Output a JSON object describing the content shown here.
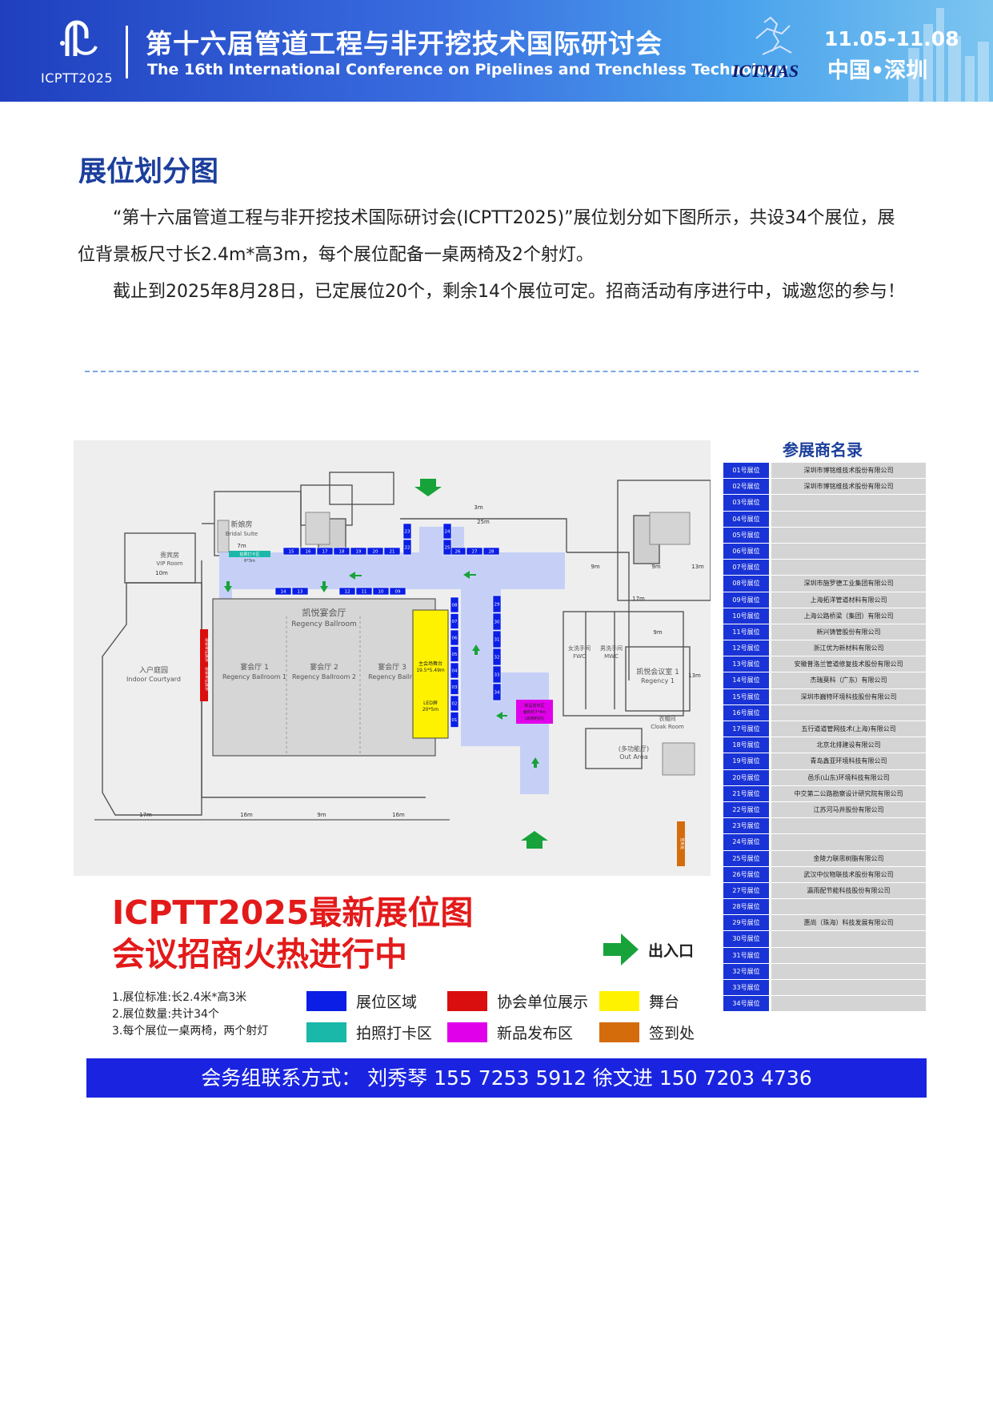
{
  "header": {
    "logo_text": "ICPTT2025",
    "title_cn": "第十六届管道工程与非开挖技术国际研讨会",
    "title_en": "The 16th International Conference on Pipelines and Trenchless Technology",
    "partner_logo": "ICTMAS",
    "dates": "11.05-11.08",
    "location": "中国•深圳"
  },
  "section_title": "展位划分图",
  "intro": {
    "p1": "“第十六届管道工程与非开挖技术国际研讨会(ICPTT2025)”展位划分如下图所示，共设34个展位，展位背景板尺寸长2.4m*高3m，每个展位配备一桌两椅及2个射灯。",
    "p2": "截止到2025年8月28日，已定展位20个，剩余14个展位可定。招商活动有序进行中，诚邀您的参与！"
  },
  "floor_plan": {
    "rooms": {
      "bridal_cn": "新娘房",
      "bridal_en": "Bridal Suite",
      "vip_cn": "贵宾房",
      "vip_en": "VIP Room",
      "courtyard_cn": "入户庭园",
      "courtyard_en": "Indoor Courtyard",
      "ballroom_cn": "凯悦宴会厅",
      "ballroom_en": "Regency Ballroom",
      "ballroom1_cn": "宴会厅 1",
      "ballroom1_en": "Regency Ballroom 1",
      "ballroom2_cn": "宴会厅 2",
      "ballroom2_en": "Regency Ballroom 2",
      "ballroom3_cn": "宴会厅 3",
      "ballroom3_en": "Regency Ballro",
      "fwc_cn": "女洗手间",
      "fwc_en": "FWC",
      "mwc_cn": "男洗手间",
      "mwc_en": "MWC",
      "regency1_cn": "凯悦会议室 1",
      "regency1_en": "Regency 1",
      "cloak_cn": "衣帽间",
      "cloak_en": "Cloak Room",
      "out_cn": "(多功能厅)",
      "out_en": "Out Area"
    },
    "stage_label": "主会场舞台",
    "stage_size": "19.5*5.49m",
    "led_label": "LED屏",
    "led_size": "20*5m",
    "photo_zone_label": "拍照打卡区",
    "photo_zone_size": "6*3m",
    "dims": {
      "bridal_w": "7m",
      "vip_w": "10m",
      "top_w": "3m",
      "corridor_w": "25m",
      "right_a": "9m",
      "right_b": "9m",
      "side_13": "13m",
      "side_17": "17m",
      "reg_w": "9m",
      "reg_h": "13m",
      "bottom_a": "17m",
      "bottom_b": "16m",
      "bottom_c": "9m",
      "bottom_d": "16m"
    },
    "booths_row_top": [
      "15",
      "16",
      "17",
      "18",
      "19",
      "20",
      "21"
    ],
    "booths_row_top_right": [
      "26",
      "27",
      "28"
    ],
    "booths_top_pair_left": [
      "23",
      "22"
    ],
    "booths_top_pair_right": [
      "24",
      "25"
    ],
    "booths_row_lower_left": [
      "14",
      "13"
    ],
    "booths_row_lower_right": [
      "12",
      "11",
      "10",
      "09"
    ],
    "booths_stage_col": [
      "08",
      "07",
      "06",
      "05",
      "04",
      "03",
      "02",
      "01"
    ],
    "booths_right_col": [
      "29",
      "30",
      "31",
      "32",
      "33",
      "34"
    ],
    "assoc_label_1": "协会单位展示",
    "assoc_label_2": "协会单位展示",
    "launch_label_1": "新品发布区",
    "launch_label_2": "面积约7*4m",
    "launch_label_3": "(启用时间)",
    "signin_label": "签到处"
  },
  "exhibitors": {
    "title": "参展商名录",
    "rows": [
      {
        "num": "01号展位",
        "name": "深圳市博铭维技术股份有限公司"
      },
      {
        "num": "02号展位",
        "name": "深圳市博铭维技术股份有限公司"
      },
      {
        "num": "03号展位",
        "name": ""
      },
      {
        "num": "04号展位",
        "name": ""
      },
      {
        "num": "05号展位",
        "name": ""
      },
      {
        "num": "06号展位",
        "name": ""
      },
      {
        "num": "07号展位",
        "name": ""
      },
      {
        "num": "08号展位",
        "name": "深圳市施罗德工业集团有限公司"
      },
      {
        "num": "09号展位",
        "name": "上海拓洋管道材料有限公司"
      },
      {
        "num": "10号展位",
        "name": "上海公路桥梁（集团）有限公司"
      },
      {
        "num": "11号展位",
        "name": "新兴铸管股份有限公司"
      },
      {
        "num": "12号展位",
        "name": "浙江优为新材料有限公司"
      },
      {
        "num": "13号展位",
        "name": "安徽普洛兰管道修复技术股份有限公司"
      },
      {
        "num": "14号展位",
        "name": "杰瑞莫科（广东）有限公司"
      },
      {
        "num": "15号展位",
        "name": "深圳市巍特环境科技股份有限公司"
      },
      {
        "num": "16号展位",
        "name": ""
      },
      {
        "num": "17号展位",
        "name": "五行道道管网技术(上海)有限公司"
      },
      {
        "num": "18号展位",
        "name": "北京北排建设有限公司"
      },
      {
        "num": "19号展位",
        "name": "青岛鑫亚环境科技有限公司"
      },
      {
        "num": "20号展位",
        "name": "邑乐(山东)环境科技有限公司"
      },
      {
        "num": "21号展位",
        "name": "中交第二公路勘察设计研究院有限公司"
      },
      {
        "num": "22号展位",
        "name": "江苏河马井股份有限公司"
      },
      {
        "num": "23号展位",
        "name": ""
      },
      {
        "num": "24号展位",
        "name": ""
      },
      {
        "num": "25号展位",
        "name": "金陵力联思树脂有限公司"
      },
      {
        "num": "26号展位",
        "name": "武汉中仪物联技术股份有限公司"
      },
      {
        "num": "27号展位",
        "name": "瀛雨配节能科技股份有限公司"
      },
      {
        "num": "28号展位",
        "name": ""
      },
      {
        "num": "29号展位",
        "name": "惠尚（珠海）科技发展有限公司"
      },
      {
        "num": "30号展位",
        "name": ""
      },
      {
        "num": "31号展位",
        "name": ""
      },
      {
        "num": "32号展位",
        "name": ""
      },
      {
        "num": "33号展位",
        "name": ""
      },
      {
        "num": "34号展位",
        "name": ""
      }
    ]
  },
  "promo": {
    "line1": "ICPTT2025最新展位图",
    "line2": "会议招商火热进行中"
  },
  "entrance_label": "出入口",
  "notes": {
    "line1": "1.展位标准:长2.4米*高3米",
    "line2": "2.展位数量:共计34个",
    "line3": "3.每个展位一桌两椅，两个射灯"
  },
  "legend": [
    {
      "label": "展位区域",
      "color": "#0a1ee6"
    },
    {
      "label": "协会单位展示",
      "color": "#d90f0f"
    },
    {
      "label": "舞台",
      "color": "#fff200"
    },
    {
      "label": "拍照打卡区",
      "color": "#19b8a8"
    },
    {
      "label": "新品发布区",
      "color": "#e100ea"
    },
    {
      "label": "签到处",
      "color": "#d46c0b"
    }
  ],
  "contact": "会务组联系方式：  刘秀琴 155 7253 5912   徐文进 150 7203 4736"
}
